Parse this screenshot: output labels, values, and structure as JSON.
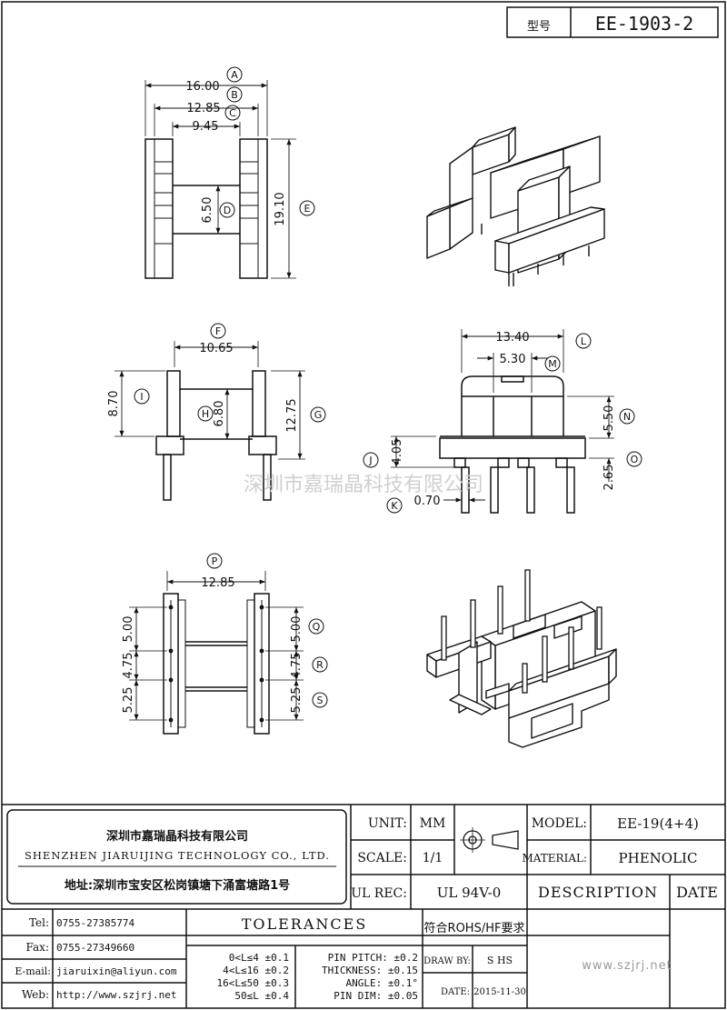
{
  "model_box": {
    "label": "型号",
    "value": "EE-1903-2"
  },
  "watermark": "深圳市嘉瑞晶科技有限公司",
  "dims": {
    "a": "16.00",
    "b": "12.85",
    "c": "9.45",
    "d": "6.50",
    "e": "19.10",
    "f": "10.65",
    "i": "8.70",
    "h": "6.80",
    "g": "12.75",
    "l": "13.40",
    "m": "5.30",
    "n": "5.50",
    "j": "4.05",
    "o": "2.65",
    "k": "0.70",
    "p": "12.85",
    "q1": "5.00",
    "r1": "4.75",
    "s1": "5.25",
    "q2": "5.00",
    "r2": "4.75",
    "s2": "5.25"
  },
  "markers": {
    "A": "A",
    "B": "B",
    "C": "C",
    "D": "D",
    "E": "E",
    "F": "F",
    "G": "G",
    "H": "H",
    "I": "I",
    "J": "J",
    "K": "K",
    "L": "L",
    "M": "M",
    "N": "N",
    "O": "O",
    "P": "P",
    "Q": "Q",
    "R": "R",
    "S": "S"
  },
  "company": {
    "name_cn": "深圳市嘉瑞晶科技有限公司",
    "name_en": "SHENZHEN JIARUIJING TECHNOLOGY CO., LTD.",
    "address": "地址:深圳市宝安区松岗镇塘下涌富塘路1号"
  },
  "title_block": {
    "unit_label": "UNIT:",
    "unit_value": "MM",
    "scale_label": "SCALE:",
    "scale_value": "1/1",
    "model_label": "MODEL:",
    "model_value": "EE-19(4+4)",
    "material_label": "MATERIAL:",
    "material_value": "PHENOLIC",
    "ulrec_label": "UL REC:",
    "ulrec_value": "UL 94V-0",
    "description": "DESCRIPTION",
    "date_header": "DATE",
    "rohs": "符合ROHS/HF要求",
    "drawby_label": "DRAW BY:",
    "drawby_value": "S HS",
    "date_label": "DATE:",
    "date_value": "2015-11-30",
    "website_big": "www.szjrj.net"
  },
  "contact": {
    "tel_label": "Tel:",
    "tel": "0755-27385774",
    "fax_label": "Fax:",
    "fax": "0755-27349660",
    "email_label": "E-mail:",
    "email": "jiaruixin@aliyun.com",
    "web_label": "Web:",
    "web": "http://www.szjrj.net"
  },
  "tolerances": {
    "title": "TOLERANCES",
    "rows": [
      "0<L≤4 ±0.1",
      "4<L≤16 ±0.2",
      "16<L≤50 ±0.3",
      "50≤L ±0.4"
    ],
    "pin_pitch": "PIN PITCH: ±0.2",
    "thickness": "THICKNESS: ±0.15",
    "angle": "ANGLE: ±0.1°",
    "pin_dim": "PIN DIM: ±0.05"
  }
}
